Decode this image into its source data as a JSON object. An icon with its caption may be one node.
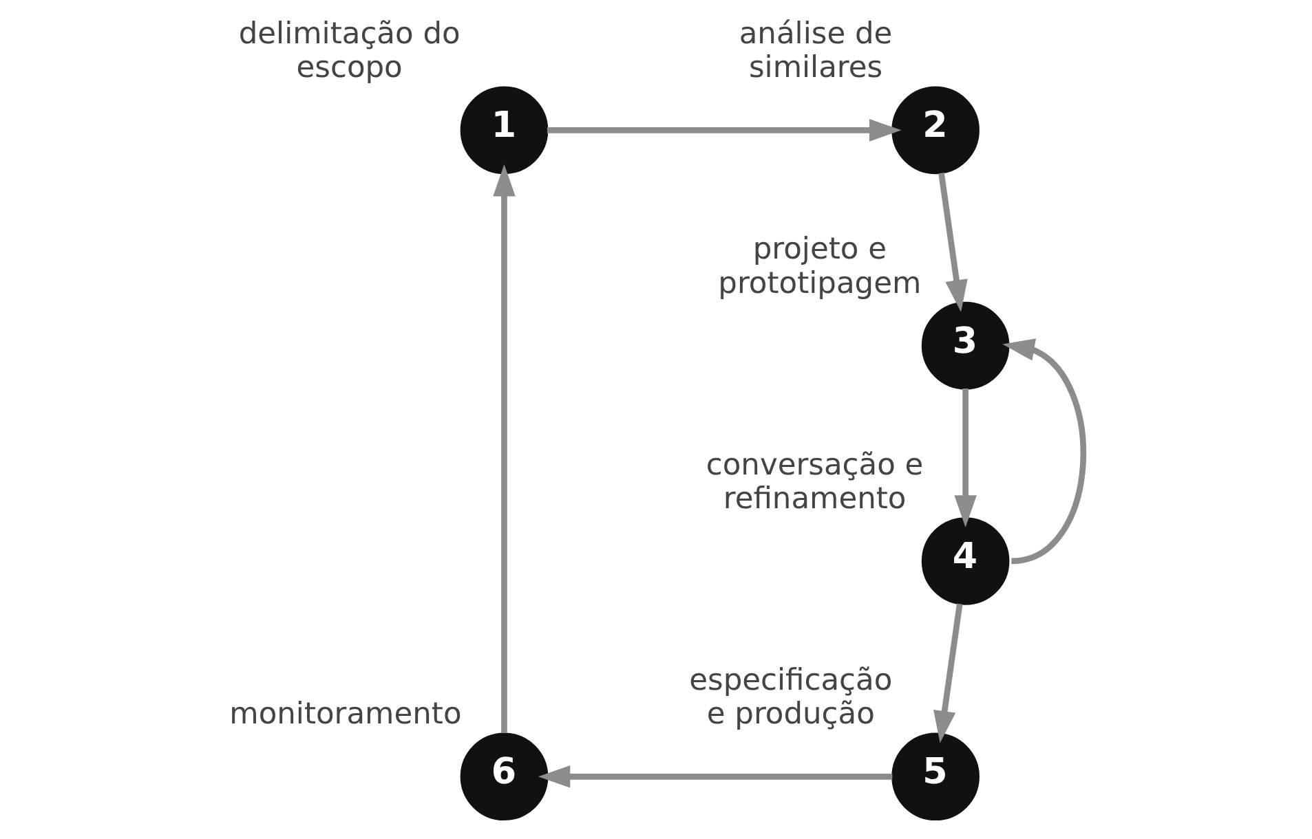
{
  "diagram": {
    "nodes": [
      {
        "text": [
          "1"
        ],
        "beside": [
          "delimitação do escopo"
        ]
      },
      {
        "text": [
          "2"
        ],
        "beside": [
          "análise de similares"
        ]
      },
      {
        "text": [
          "3"
        ],
        "beside": [
          "projeto e prototipagem"
        ]
      },
      {
        "text": [
          "4"
        ],
        "beside": [
          "conversação e refinamento"
        ]
      },
      {
        "text": [
          "5"
        ],
        "beside": [
          "especificação e produção"
        ]
      },
      {
        "text": [
          "6"
        ],
        "beside": [
          "monitoramento"
        ]
      }
    ],
    "edges": [
      {
        "from": 0,
        "to": 1,
        "arrow": "to"
      },
      {
        "from": 1,
        "to": 2,
        "arrow": "to"
      },
      {
        "from": 2,
        "to": 3,
        "arrow": "to"
      },
      {
        "from": 3,
        "to": 2,
        "arrow": "to"
      },
      {
        "from": 3,
        "to": 4,
        "arrow": "to"
      },
      {
        "from": 4,
        "to": 5,
        "arrow": "to"
      },
      {
        "from": 5,
        "to": 0,
        "arrow": "to"
      }
    ]
  }
}
